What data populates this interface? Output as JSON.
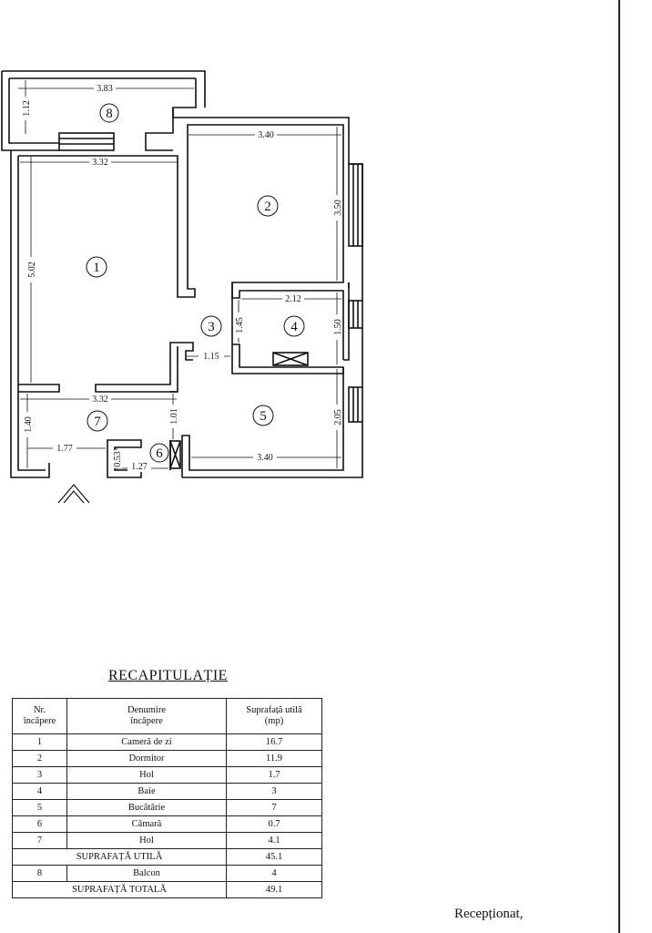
{
  "plan": {
    "rooms": [
      {
        "num": "1"
      },
      {
        "num": "2"
      },
      {
        "num": "3"
      },
      {
        "num": "4"
      },
      {
        "num": "5"
      },
      {
        "num": "6"
      },
      {
        "num": "7"
      },
      {
        "num": "8"
      }
    ],
    "dimensions": {
      "balcony_width": "3.83",
      "balcony_height": "1.12",
      "r1_width": "3.32",
      "r1_height": "5.02",
      "r2_width": "3.40",
      "r2_height": "3.50",
      "r4_width": "2.12",
      "r4_height": "1.50",
      "r3_height": "1.45",
      "r3_width": "1.15",
      "r5_height": "2.05",
      "r5_width": "3.40",
      "r7_width": "3.32",
      "r7_height": "1.40",
      "r7_partial": "1.77",
      "r7_door": "1.01",
      "r6_height": "0.53",
      "r6_width": "1.27"
    }
  },
  "recap": {
    "title": "RECAPITULAȚIE",
    "headers": {
      "nr": "Nr.\nîncăpere",
      "name": "Denumire\nîncăpere",
      "area": "Suprafață utilă\n(mp)"
    },
    "rows": [
      {
        "nr": "1",
        "name": "Cameră de zi",
        "area": "16.7"
      },
      {
        "nr": "2",
        "name": "Dormitor",
        "area": "11.9"
      },
      {
        "nr": "3",
        "name": "Hol",
        "area": "1.7"
      },
      {
        "nr": "4",
        "name": "Baie",
        "area": "3"
      },
      {
        "nr": "5",
        "name": "Bucătărie",
        "area": "7"
      },
      {
        "nr": "6",
        "name": "Cămară",
        "area": "0.7"
      },
      {
        "nr": "7",
        "name": "Hol",
        "area": "4.1"
      }
    ],
    "useful_label": "SUPRAFAȚĂ UTILĂ",
    "useful_value": "45.1",
    "balcony": {
      "nr": "8",
      "name": "Balcon",
      "area": "4"
    },
    "total_label": "SUPRAFAȚĂ TOTALĂ",
    "total_value": "49.1"
  },
  "footer": {
    "received": "Recepționat,"
  }
}
